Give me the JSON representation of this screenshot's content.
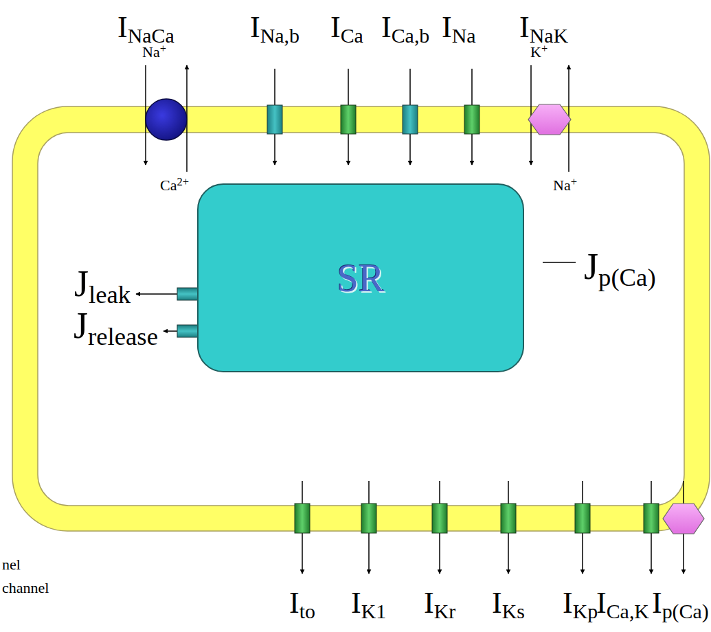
{
  "diagram": {
    "nodes": [
      {
        "text": [
          "SR"
        ]
      }
    ],
    "labels": [
      "INaCa",
      "Na+",
      "INa,b",
      "ICa",
      "ICa,b",
      "INa",
      "INaK",
      "K+",
      "Ca2+",
      "Na+",
      "Jleak",
      "Jrelease",
      "Jp(Ca)",
      "nel",
      "channel",
      "Ito",
      "IK1",
      "IKr",
      "IKs",
      "IKp",
      "ICa,K",
      "Ip(Ca)"
    ]
  }
}
